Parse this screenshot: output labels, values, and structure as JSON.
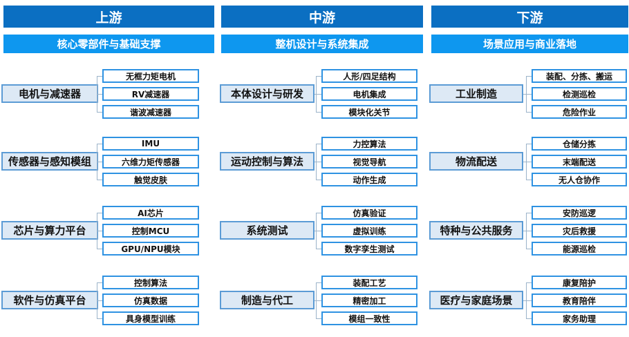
{
  "colors": {
    "header": "#0b6fc2",
    "subheader": "#0e97ef",
    "main_fill": "#dde9f5",
    "main_border": "#5b9bd5",
    "leaf_border": "#2e92e2"
  },
  "columns": [
    {
      "title": "上游",
      "subtitle": "核心零部件与基础支撑",
      "groups": [
        {
          "label": "电机与减速器",
          "items": [
            "无框力矩电机",
            "RV减速器",
            "谐波减速器"
          ]
        },
        {
          "label": "传感器与感知模组",
          "items": [
            "IMU",
            "六维力矩传感器",
            "触觉皮肤"
          ]
        },
        {
          "label": "芯片与算力平台",
          "items": [
            "AI芯片",
            "控制MCU",
            "GPU/NPU模块"
          ]
        },
        {
          "label": "软件与仿真平台",
          "items": [
            "控制算法",
            "仿真数据",
            "具身模型训练"
          ]
        }
      ]
    },
    {
      "title": "中游",
      "subtitle": "整机设计与系统集成",
      "groups": [
        {
          "label": "本体设计与研发",
          "items": [
            "人形/四足结构",
            "电机集成",
            "模块化关节"
          ]
        },
        {
          "label": "运动控制与算法",
          "items": [
            "力控算法",
            "视觉导航",
            "动作生成"
          ]
        },
        {
          "label": "系统测试",
          "items": [
            "仿真验证",
            "虚拟训练",
            "数字孪生测试"
          ]
        },
        {
          "label": "制造与代工",
          "items": [
            "装配工艺",
            "精密加工",
            "模组一致性"
          ]
        }
      ]
    },
    {
      "title": "下游",
      "subtitle": "场景应用与商业落地",
      "groups": [
        {
          "label": "工业制造",
          "items": [
            "装配、分拣、搬运",
            "检测巡检",
            "危险作业"
          ]
        },
        {
          "label": "物流配送",
          "items": [
            "仓储分拣",
            "末端配送",
            "无人仓协作"
          ]
        },
        {
          "label": "特种与公共服务",
          "items": [
            "安防巡逻",
            "灾后救援",
            "能源巡检"
          ]
        },
        {
          "label": "医疗与家庭场景",
          "items": [
            "康复陪护",
            "教育陪伴",
            "家务助理"
          ]
        }
      ]
    }
  ]
}
